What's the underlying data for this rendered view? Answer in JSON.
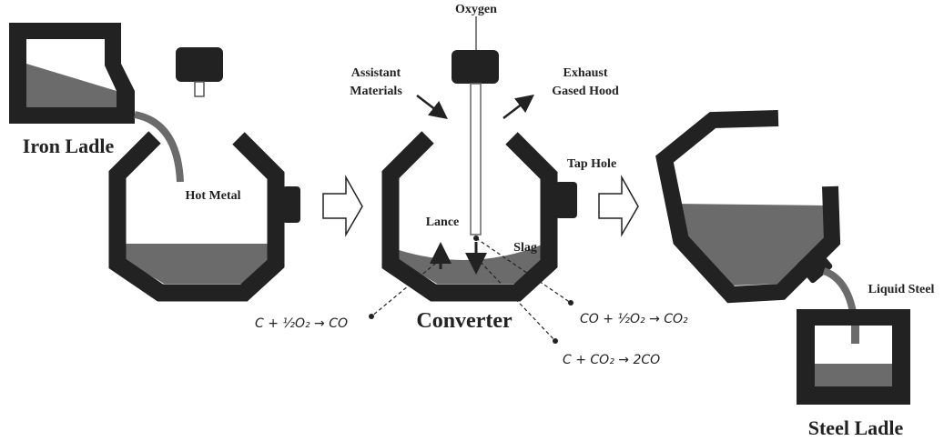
{
  "labels": {
    "iron_ladle": "Iron Ladle",
    "hot_metal": "Hot Metal",
    "oxygen": "Oxygen",
    "assistant_1": "Assistant",
    "assistant_2": "Materials",
    "exhaust_1": "Exhaust",
    "exhaust_2": "Gased Hood",
    "tap_hole": "Tap Hole",
    "lance": "Lance",
    "slag": "Slag",
    "converter": "Converter",
    "liquid_steel": "Liquid Steel",
    "steel_ladle": "Steel Ladle"
  },
  "equations": {
    "eq1": "C + ½O₂ → CO",
    "eq2": "CO + ½O₂ → CO₂",
    "eq3": "C + CO₂ → 2CO"
  },
  "colors": {
    "wall": "#222222",
    "metal": "#6b6b6b",
    "background": "#ffffff"
  }
}
